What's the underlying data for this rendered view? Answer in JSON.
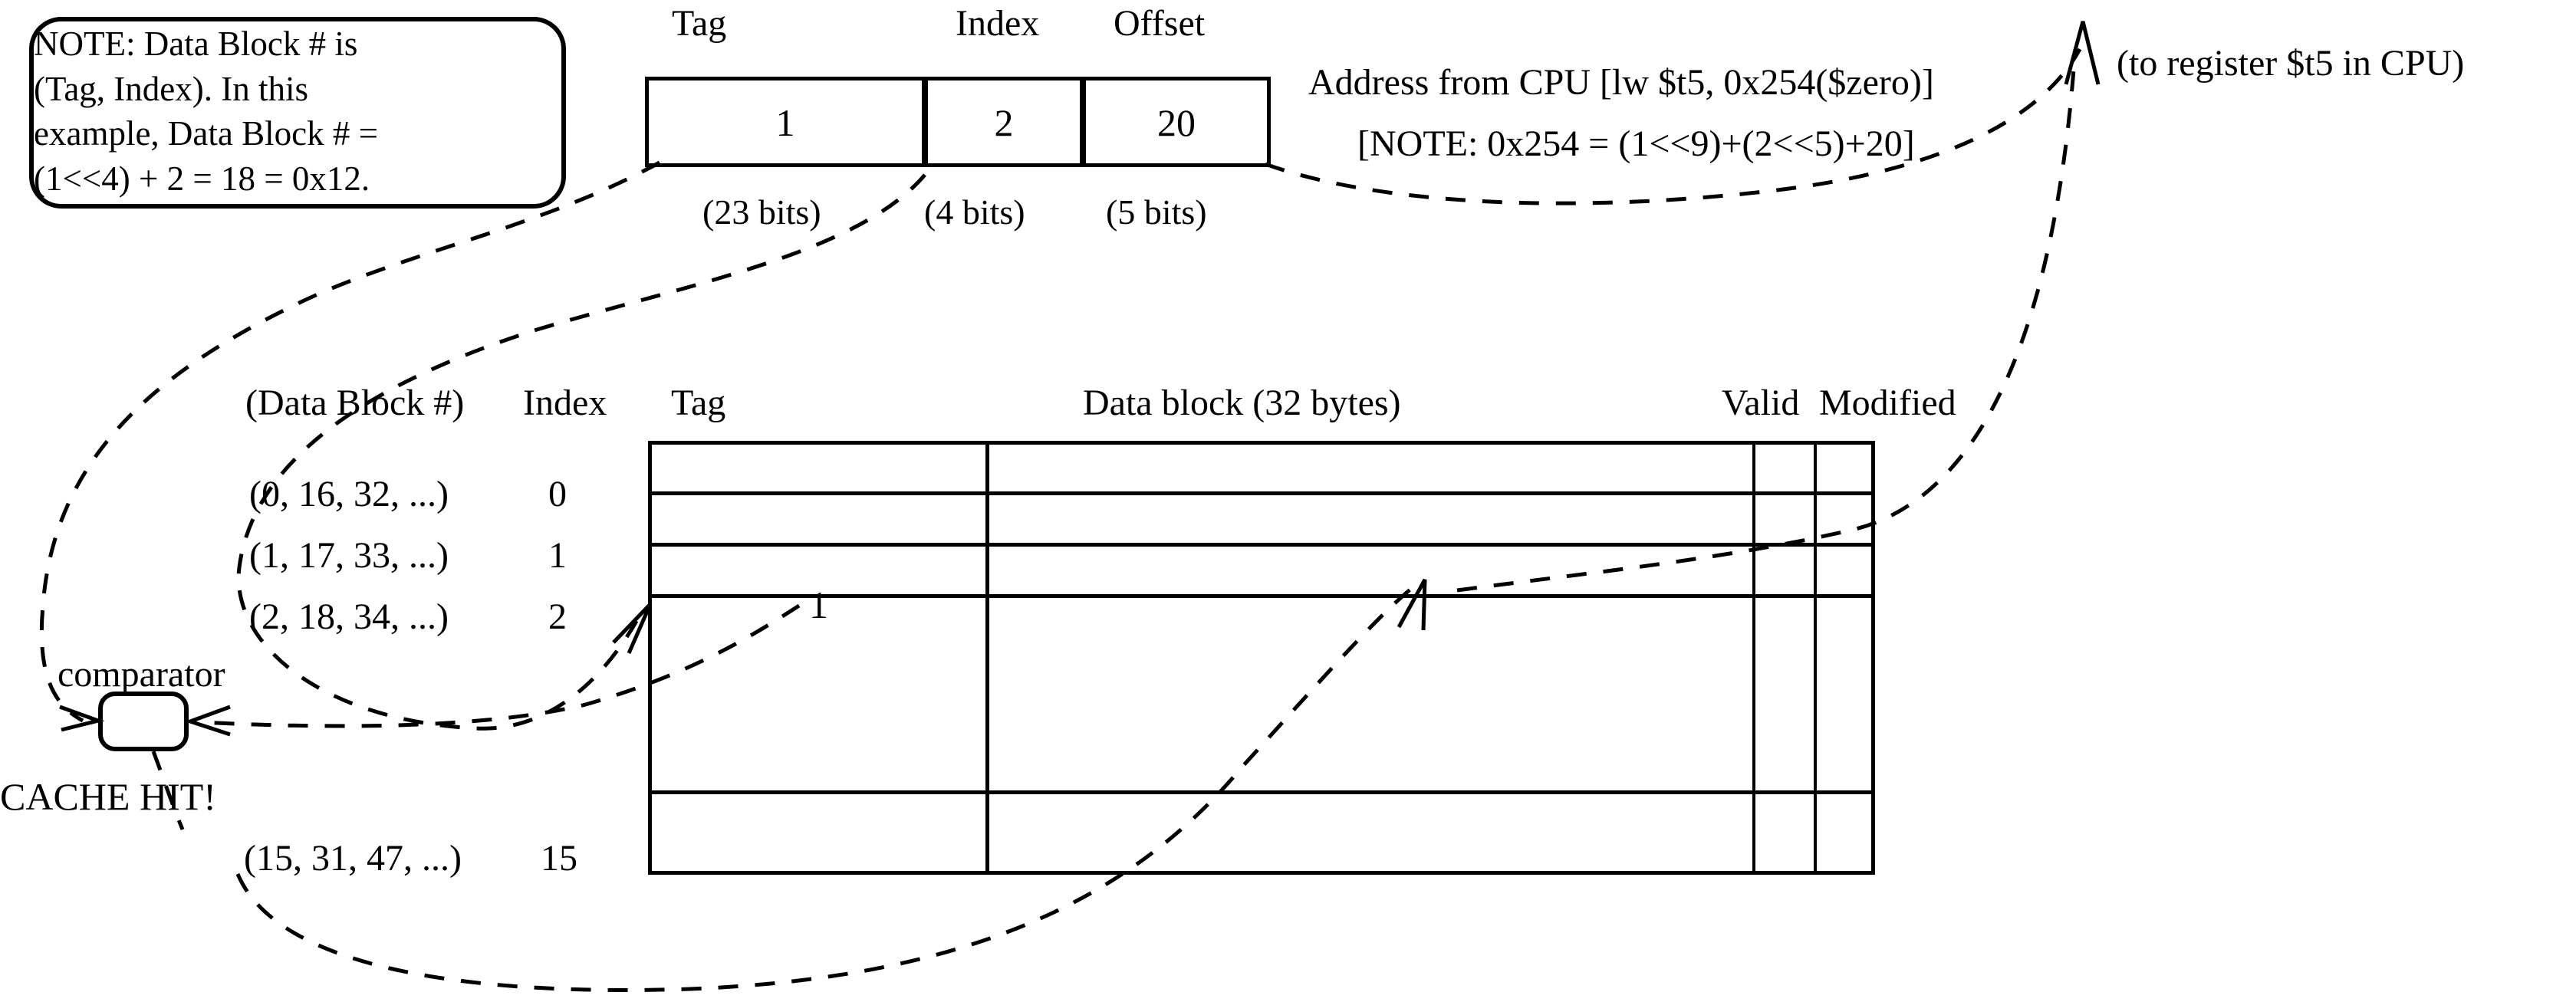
{
  "note": {
    "name": "note-callout",
    "text": "NOTE:  Data Block # is\n(Tag, Index).  In this\nexample, Data Block # =\n(1<<4) + 2 = 18 = 0x12."
  },
  "address": {
    "fields": [
      {
        "label": "Tag",
        "value": "1",
        "bits": "(23 bits)"
      },
      {
        "label": "Index",
        "value": "2",
        "bits": "(4 bits)"
      },
      {
        "label": "Offset",
        "value": "20",
        "bits": "(5 bits)"
      }
    ],
    "caption_line1": "Address from CPU [lw $t5, 0x254($zero)]",
    "caption_line2": "[NOTE: 0x254 = (1<<9)+(2<<5)+20]",
    "destination_label": "(to register $t5 in CPU)"
  },
  "cache": {
    "headers": {
      "data_block_number": "(Data Block #)",
      "index": "Index",
      "tag": "Tag",
      "data_block": "Data block (32 bytes)",
      "valid": "Valid",
      "modified": "Modified"
    },
    "rows": [
      {
        "blocks": "(0, 16, 32, ...)",
        "index": "0",
        "tag": ""
      },
      {
        "blocks": "(1, 17, 33, ...)",
        "index": "1",
        "tag": ""
      },
      {
        "blocks": "(2, 18, 34, ...)",
        "index": "2",
        "tag": "1"
      },
      {
        "blocks": "(15, 31, 47, ...)",
        "index": "15",
        "tag": ""
      }
    ]
  },
  "comparator": {
    "label": "comparator",
    "result": "CACHE HIT!"
  }
}
